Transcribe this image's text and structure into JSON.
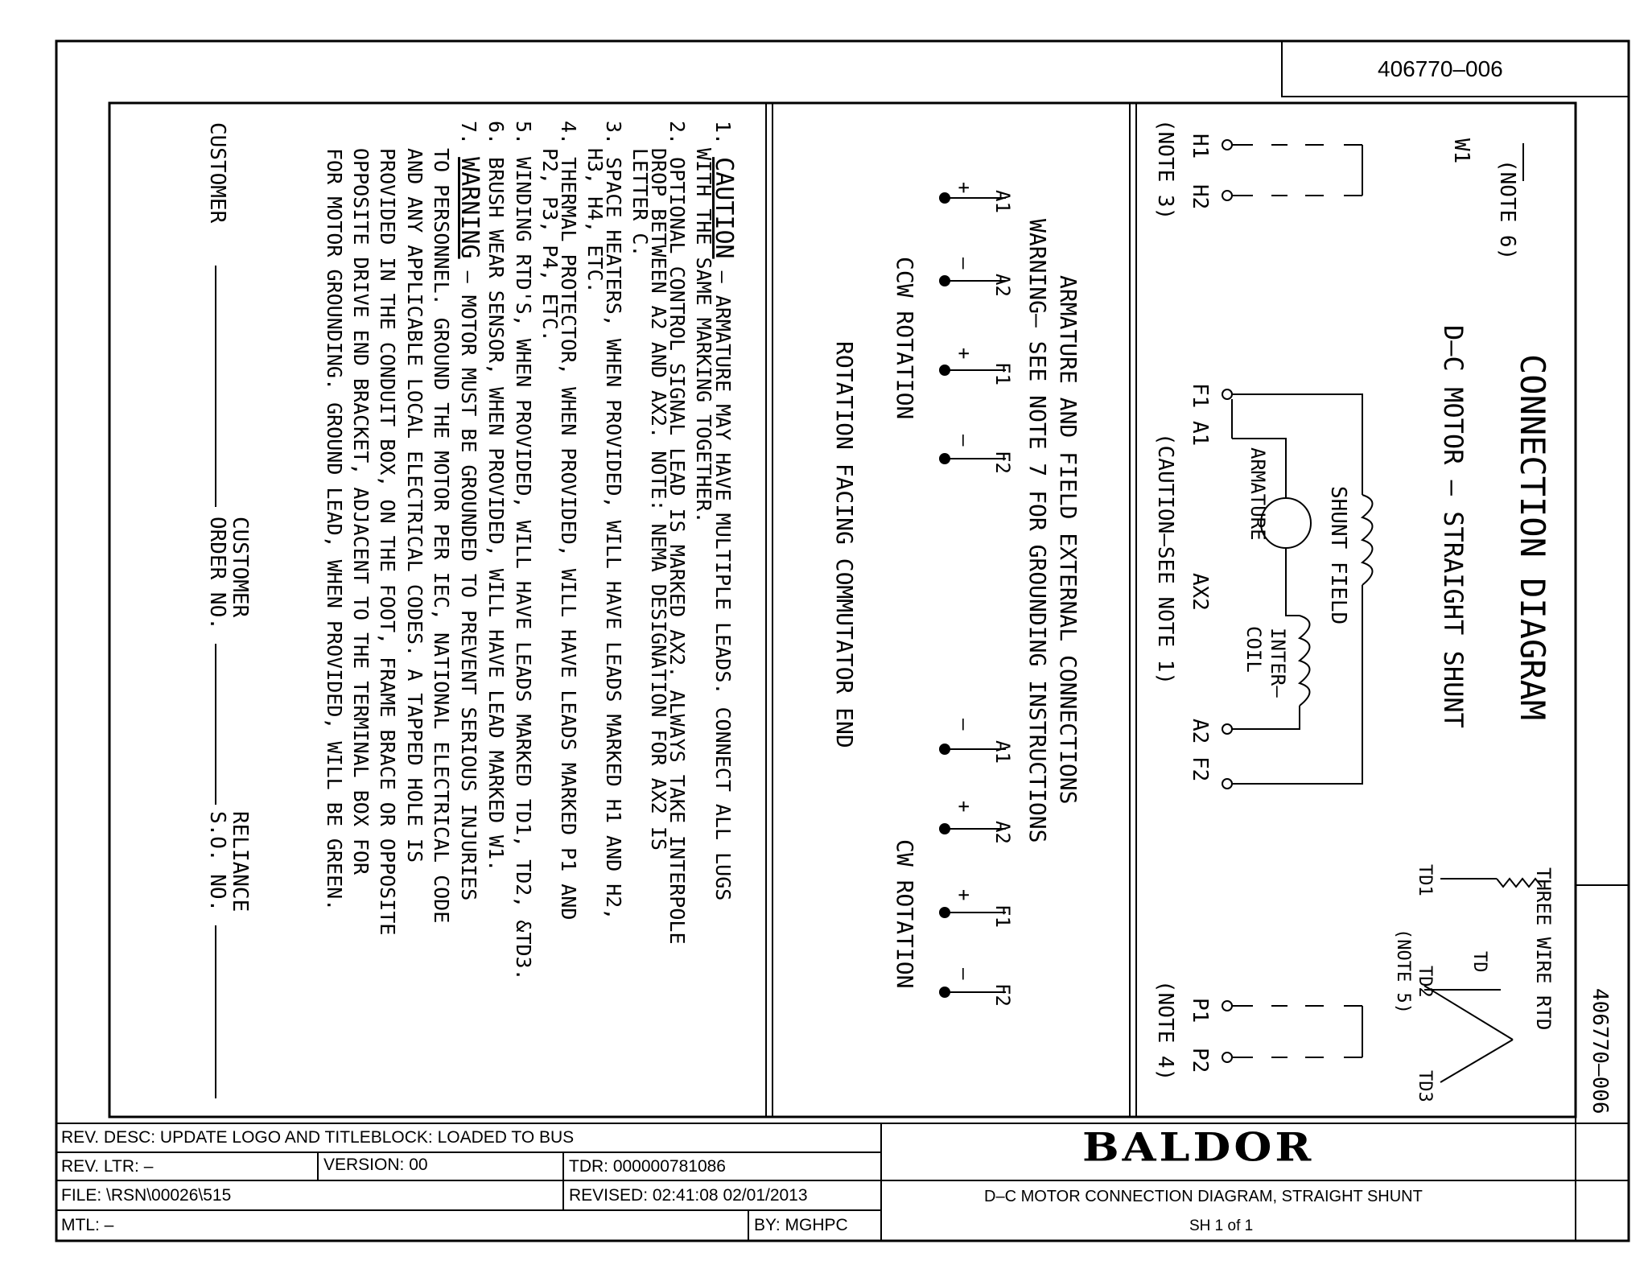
{
  "drawing_number": "406770–006",
  "drawing_number_side": "406770–006",
  "title_block": {
    "rev_desc": "REV. DESC:  UPDATE LOGO AND TITLEBLOCK: LOADED TO BUS",
    "rev_ltr": "REV. LTR:  –",
    "version": "VERSION: 00",
    "tdr": "TDR: 000000781086",
    "file": "FILE: \\RSN\\00026\\515",
    "revised": "REVISED: 02:41:08 02/01/2013",
    "mtl": "MTL: –",
    "by": "BY: MGHPC",
    "logo": "BALDOR",
    "description": "D–C MOTOR CONNECTION DIAGRAM, STRAIGHT SHUNT",
    "sheet": "SH 1 of 1"
  },
  "diagram": {
    "title": "CONNECTION DIAGRAM",
    "subtitle": "D–C MOTOR – STRAIGHT SHUNT",
    "note6": "(NOTE 6)",
    "w1": "W1",
    "h1": "H1",
    "h2": "H2",
    "note3": "(NOTE 3)",
    "f1a1": "F1 A1",
    "caution_note1": "(CAUTION–SEE NOTE 1)",
    "ax2": "AX2",
    "a2f2": "A2 F2",
    "shunt_field": "SHUNT FIELD",
    "armature": "ARMATURE",
    "inter": "INTER–",
    "coil": "COIL",
    "rtd_three": "THREE WIRE RTD",
    "td": "TD",
    "td1": "TD1",
    "td2": "TD2",
    "note5": "(NOTE 5)",
    "td3": "TD3",
    "p1": "P1",
    "p2": "P2",
    "note4": "(NOTE 4)"
  },
  "external": {
    "line1": "ARMATURE AND FIELD EXTERNAL CONNECTIONS",
    "line2": "WARNING– SEE NOTE 7 FOR GROUNDING INSTRUCTIONS",
    "ccw": "CCW ROTATION",
    "cw": "CW ROTATION",
    "facing": "ROTATION FACING COMMUTATOR END",
    "ccw_leads": [
      {
        "label": "A1",
        "sign": "+"
      },
      {
        "label": "A2",
        "sign": "–"
      },
      {
        "label": "F1",
        "sign": "+"
      },
      {
        "label": "F2",
        "sign": "–"
      }
    ],
    "cw_leads": [
      {
        "label": "A1",
        "sign": "–"
      },
      {
        "label": "A2",
        "sign": "+"
      },
      {
        "label": "F1",
        "sign": "+"
      },
      {
        "label": "F2",
        "sign": "–"
      }
    ]
  },
  "notes": [
    {
      "num": "1.",
      "head": "CAUTION",
      "rest": " — ARMATURE MAY HAVE MULTIPLE LEADS.  CONNECT ALL LUGS"
    },
    {
      "num": "",
      "text": "WITH THE SAME MARKING TOGETHER."
    },
    {
      "num": "2.",
      "text": "OPTIONAL CONTROL SIGNAL LEAD IS MARKED AX2. ALWAYS TAKE INTERPOLE"
    },
    {
      "num": "",
      "text": "DROP BETWEEN A2 AND AX2.  NOTE: NEMA DESIGNATION FOR AX2 IS"
    },
    {
      "num": "",
      "text": "LETTER C."
    },
    {
      "num": "3.",
      "text": "SPACE HEATERS, WHEN PROVIDED, WILL HAVE LEADS MARKED H1 AND H2,"
    },
    {
      "num": "",
      "text": "H3, H4, ETC."
    },
    {
      "num": "4.",
      "text": "THERMAL PROTECTOR, WHEN PROVIDED, WILL HAVE LEADS MARKED P1 AND"
    },
    {
      "num": "",
      "text": "P2, P3, P4, ETC."
    },
    {
      "num": "5.",
      "text": "WINDING RTD'S, WHEN PROVIDED, WILL HAVE LEADS MARKED TD1, TD2, &TD3."
    },
    {
      "num": "6.",
      "text": "BRUSH WEAR SENSOR, WHEN PROVIDED, WILL HAVE LEAD MARKED W1."
    },
    {
      "num": "7.",
      "head": "WARNING",
      "rest": " — MOTOR MUST BE GROUNDED TO PREVENT SERIOUS INJURIES"
    },
    {
      "num": "",
      "text": "TO PERSONNEL. GROUND THE MOTOR PER IEC, NATIONAL ELECTRICAL CODE"
    },
    {
      "num": "",
      "text": "AND ANY APPLICABLE LOCAL ELECTRICAL CODES. A TAPPED HOLE IS"
    },
    {
      "num": "",
      "text": "PROVIDED IN THE CONDUIT BOX, ON THE FOOT, FRAME BRACE OR OPPOSITE"
    },
    {
      "num": "",
      "text": "OPPOSITE DRIVE END BRACKET, ADJACENT TO THE TERMINAL BOX FOR"
    },
    {
      "num": "",
      "text": "FOR MOTOR GROUNDING.  GROUND LEAD, WHEN PROVIDED, WILL BE GREEN."
    }
  ],
  "customer": {
    "customer": "CUSTOMER",
    "order1": "CUSTOMER",
    "order2": "ORDER NO.",
    "sd1": "RELIANCE",
    "sd2": "S.O. NO."
  }
}
